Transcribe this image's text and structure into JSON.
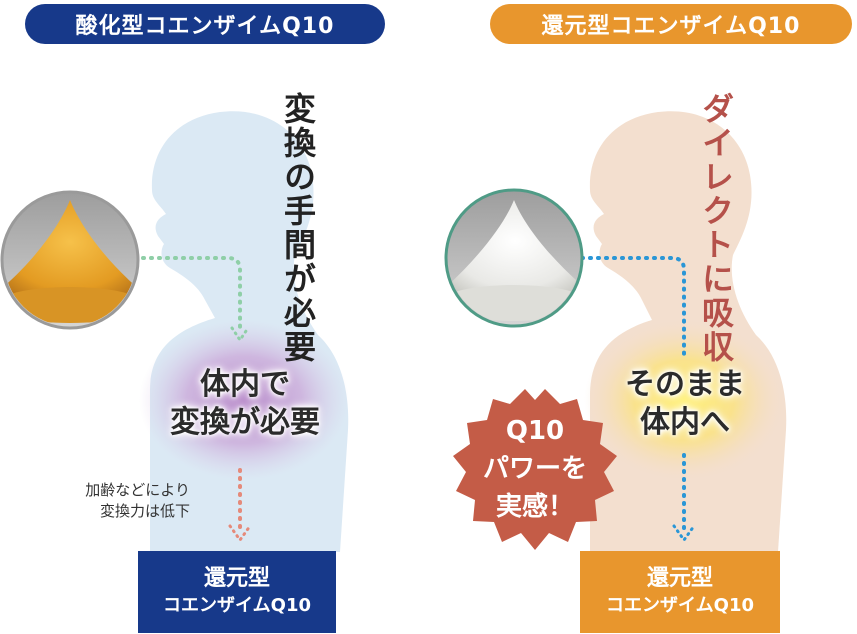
{
  "left": {
    "title": "酸化型コエンザイムQ10",
    "vertical_text": "変換の手間が必要",
    "center_line1": "体内で",
    "center_line2": "変換が必要",
    "note_line1": "加齢などにより",
    "note_line2": "変換力は低下",
    "box_line1": "還元型",
    "box_line2": "コエンザイムQ10",
    "accent": "#17398a",
    "powder": "yellow-orange powder"
  },
  "right": {
    "title": "還元型コエンザイムQ10",
    "vertical_text": "ダイレクトに吸収",
    "center_line1": "そのまま",
    "center_line2": "体内へ",
    "badge_line1": "Q10",
    "badge_line2": "パワーを",
    "badge_line3": "実感！",
    "box_line1": "還元型",
    "box_line2": "コエンザイムQ10",
    "accent": "#e8962d",
    "badge_color": "#c45c47",
    "powder": "white powder"
  }
}
